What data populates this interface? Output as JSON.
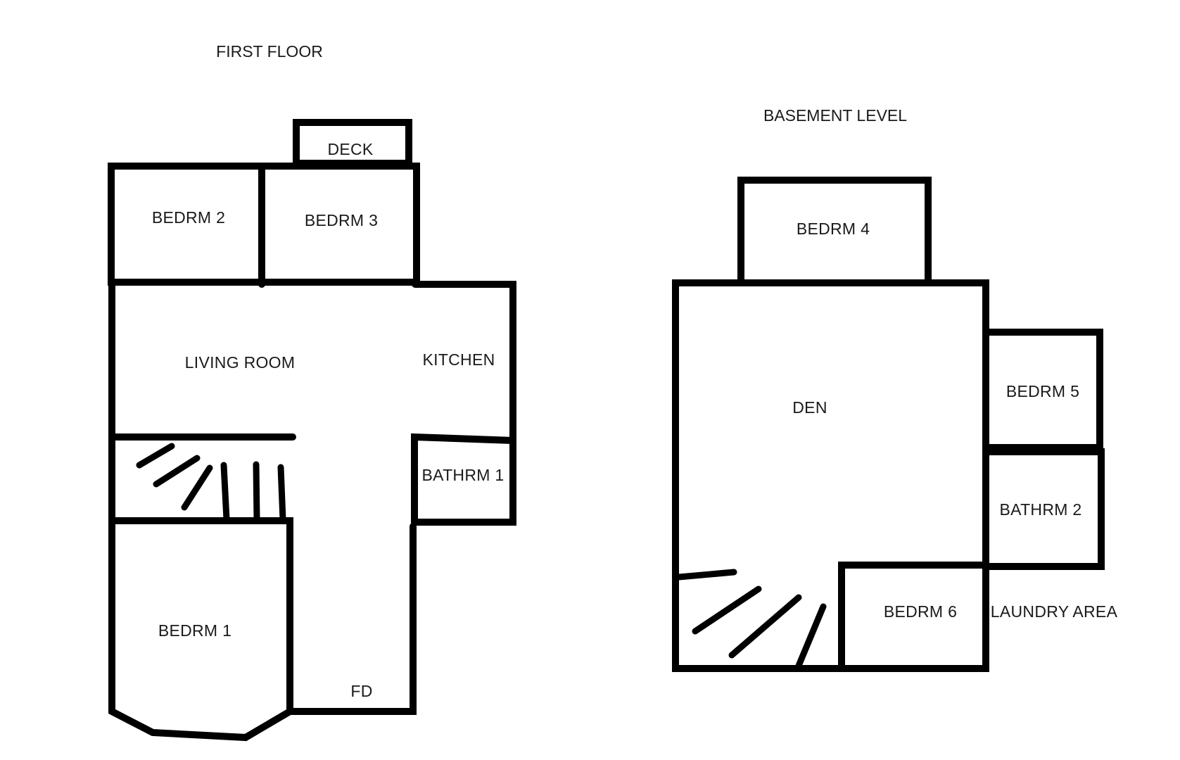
{
  "diagram": {
    "type": "floor-plan",
    "background": "#ffffff",
    "line_color": "#000000",
    "levels": [
      {
        "title": "FIRST FLOOR",
        "rooms": [
          {
            "label": "DECK"
          },
          {
            "label": "BEDRM 2"
          },
          {
            "label": "BEDRM 3"
          },
          {
            "label": "LIVING ROOM"
          },
          {
            "label": "KITCHEN"
          },
          {
            "label": "BATHRM 1"
          },
          {
            "label": "BEDRM 1"
          },
          {
            "label": "FD"
          }
        ],
        "features": [
          "stairs"
        ]
      },
      {
        "title": "BASEMENT LEVEL",
        "rooms": [
          {
            "label": "BEDRM 4"
          },
          {
            "label": "DEN"
          },
          {
            "label": "BEDRM 5"
          },
          {
            "label": "BATHRM 2"
          },
          {
            "label": "BEDRM 6"
          },
          {
            "label": "LAUNDRY AREA"
          }
        ],
        "features": [
          "stairs"
        ]
      }
    ]
  }
}
